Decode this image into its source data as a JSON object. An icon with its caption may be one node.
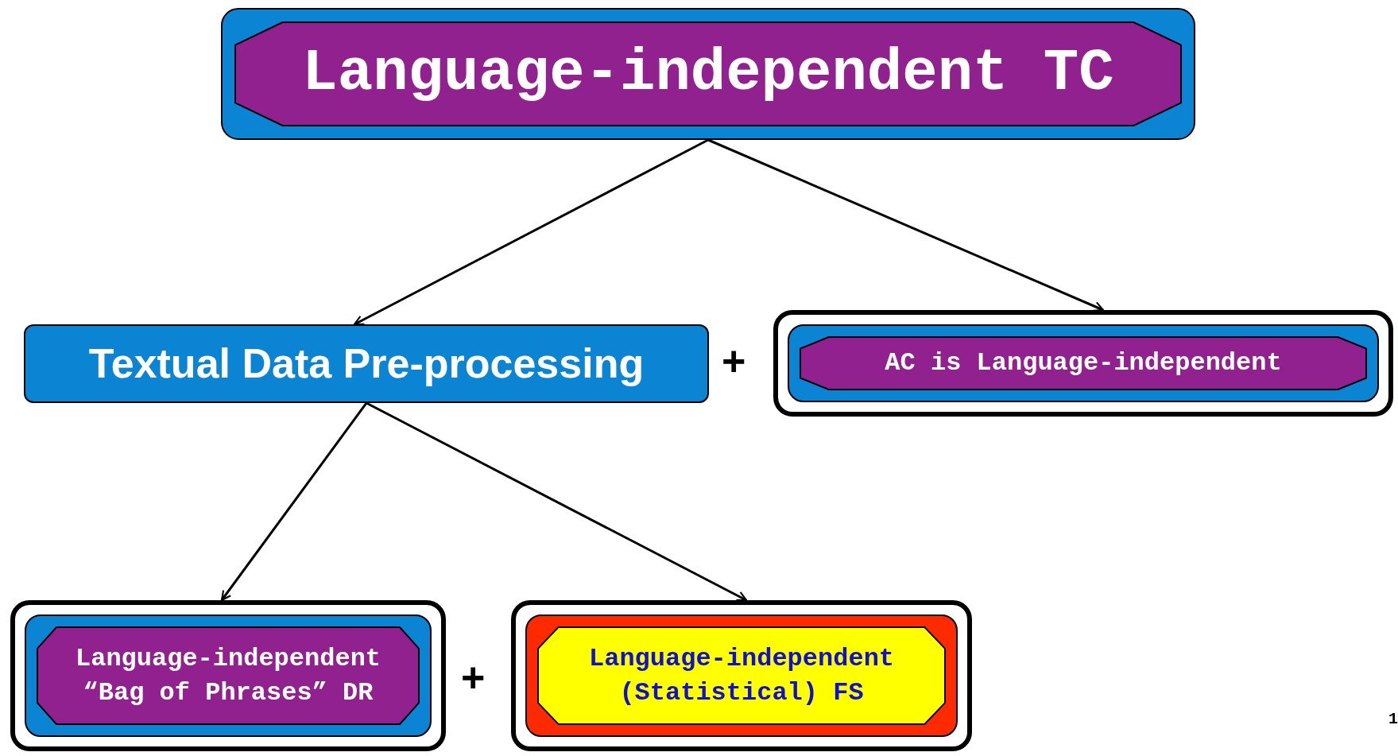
{
  "diagram": {
    "nodes": [
      {
        "text": [
          "Language-independent TC"
        ]
      },
      {
        "text": [
          "Textual Data Pre-processing"
        ]
      },
      {
        "text": [
          "AC is Language-independent"
        ]
      },
      {
        "text": [
          "Language-independent “Bag of Phrases” DR"
        ]
      },
      {
        "text": [
          "Language-independent (Statistical) FS"
        ]
      }
    ],
    "edges": [
      {
        "from": 0,
        "to": 1,
        "arrow": "to"
      },
      {
        "from": 0,
        "to": 2,
        "arrow": "to"
      },
      {
        "from": 1,
        "to": 3,
        "arrow": "to"
      },
      {
        "from": 1,
        "to": 4,
        "arrow": "to"
      }
    ],
    "labels": [
      "+",
      "+",
      "1"
    ]
  }
}
